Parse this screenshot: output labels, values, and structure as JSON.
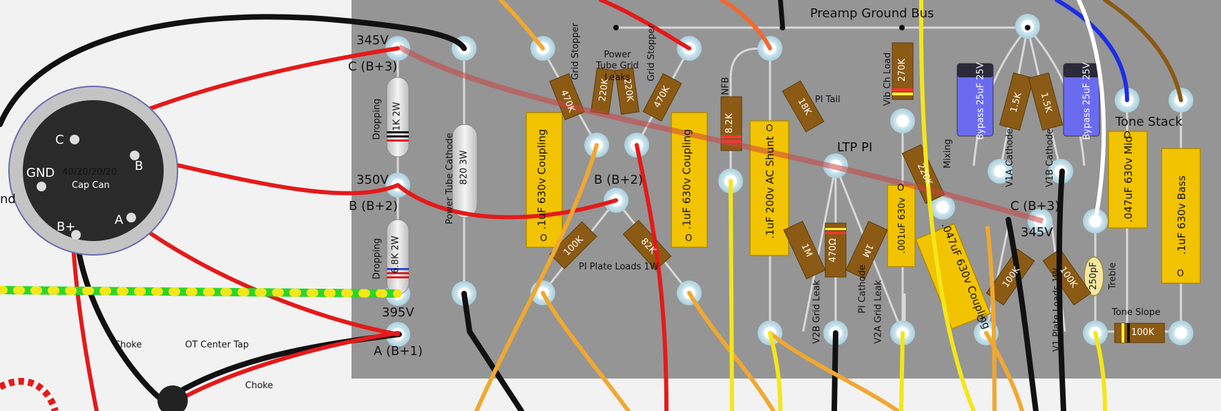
{
  "board": {
    "title": "Preamp Ground Bus",
    "ltp_pi": "LTP PI",
    "tone_stack": "Tone Stack",
    "b2_node": "B (B+2)",
    "c3_node": "C (B+3)",
    "v345_right": "345V",
    "pi_plate_loads": "PI Plate Loads 1W",
    "power_tube_grid_leaks": "Power Tube Grid Leaks",
    "v1_plate_loads": "V1 Plate Loads 1W"
  },
  "power_supply": {
    "v345": "345V",
    "c_b3": "C (B+3)",
    "v350": "350V",
    "b_b2": "B (B+2)",
    "v395": "395V",
    "a_b1": "A (B+1)",
    "dropping_1": "Dropping",
    "dropping_2": "Dropping",
    "r_dropping_1": "1K 2W",
    "r_dropping_2": "6.8K 2W",
    "r_cathode": "820 3W",
    "power_tube_cathode": "Power Tube Cathode"
  },
  "cap_can": {
    "title": "40/20/20/20",
    "subtitle": "Cap Can",
    "gnd": "GND",
    "c": "C",
    "b": "B",
    "a": "A",
    "bplus": "B+",
    "gnd_partial": "nd"
  },
  "wires": {
    "choke_1": "Choke",
    "choke_2": "Choke",
    "ot_center_tap": "OT Center Tap"
  },
  "resistors": {
    "grid_stopper_1": "Grid Stopper",
    "grid_stopper_1_value": "470K",
    "grid_leak_1_value": "220K",
    "grid_leak_2_value": "220K",
    "grid_stopper_2": "Grid Stopper",
    "grid_stopper_2_value": "470K",
    "pi_load_1_value": "100K",
    "pi_load_2_value": "82K",
    "nfb": "NFB",
    "nfb_value": "8.2K",
    "pi_tail": "PI Tail",
    "pi_tail_value": "18K",
    "v2b_grid_leak": "V2B Grid Leak",
    "v2b_grid_leak_value": "1M",
    "pi_cathode": "PI Cathode",
    "pi_cathode_value": "470Ω",
    "v2a_grid_leak": "V2A Grid Leak",
    "v2a_grid_leak_value": "1M",
    "vib_ch_load": "Vib Ch Load",
    "vib_ch_load_value": "270K",
    "mixing": "Mixing",
    "mixing_value": "220K",
    "v1a_cathode": "V1A Cathode",
    "v1a_cathode_value": "1.5K",
    "v1b_cathode": "V1B Cathode",
    "v1b_cathode_value": "1.5K",
    "v1_load_1_value": "100K",
    "v1_load_2_value": "100K",
    "tone_slope": "Tone Slope",
    "tone_slope_value": "100K"
  },
  "capacitors": {
    "coupling_1": ".1uF  630v Coupling",
    "coupling_2": ".1uF  630v Coupling",
    "ac_shunt": ".1uF  200v AC Shunt",
    "vib_cap": ".001uF 630v",
    "coupling_3": ".047uF 630v Coupling",
    "bypass_1": "Bypass 25uF 25V",
    "bypass_2": "Bypass 25uF 25V",
    "mid_cap": ".047uF  630v Mid",
    "bass_cap": ".1uF  630v Bass",
    "treble_cap": "250pF",
    "treble": "Treble",
    "o_mark": "O"
  },
  "colors": {
    "board": "#959595",
    "eyelet": "#cfe6ee",
    "resistor_body": "#8b5a14",
    "cap_body": "#f2c300",
    "red_wire": "#e41a1a",
    "yellow_wire": "#f5e61a",
    "orange_wire": "#f0a830",
    "green_wire": "#2cd52c",
    "blue_wire": "#1a2ee8",
    "brown_wire": "#8b5a14",
    "cap_can": "#2a2a2a"
  }
}
